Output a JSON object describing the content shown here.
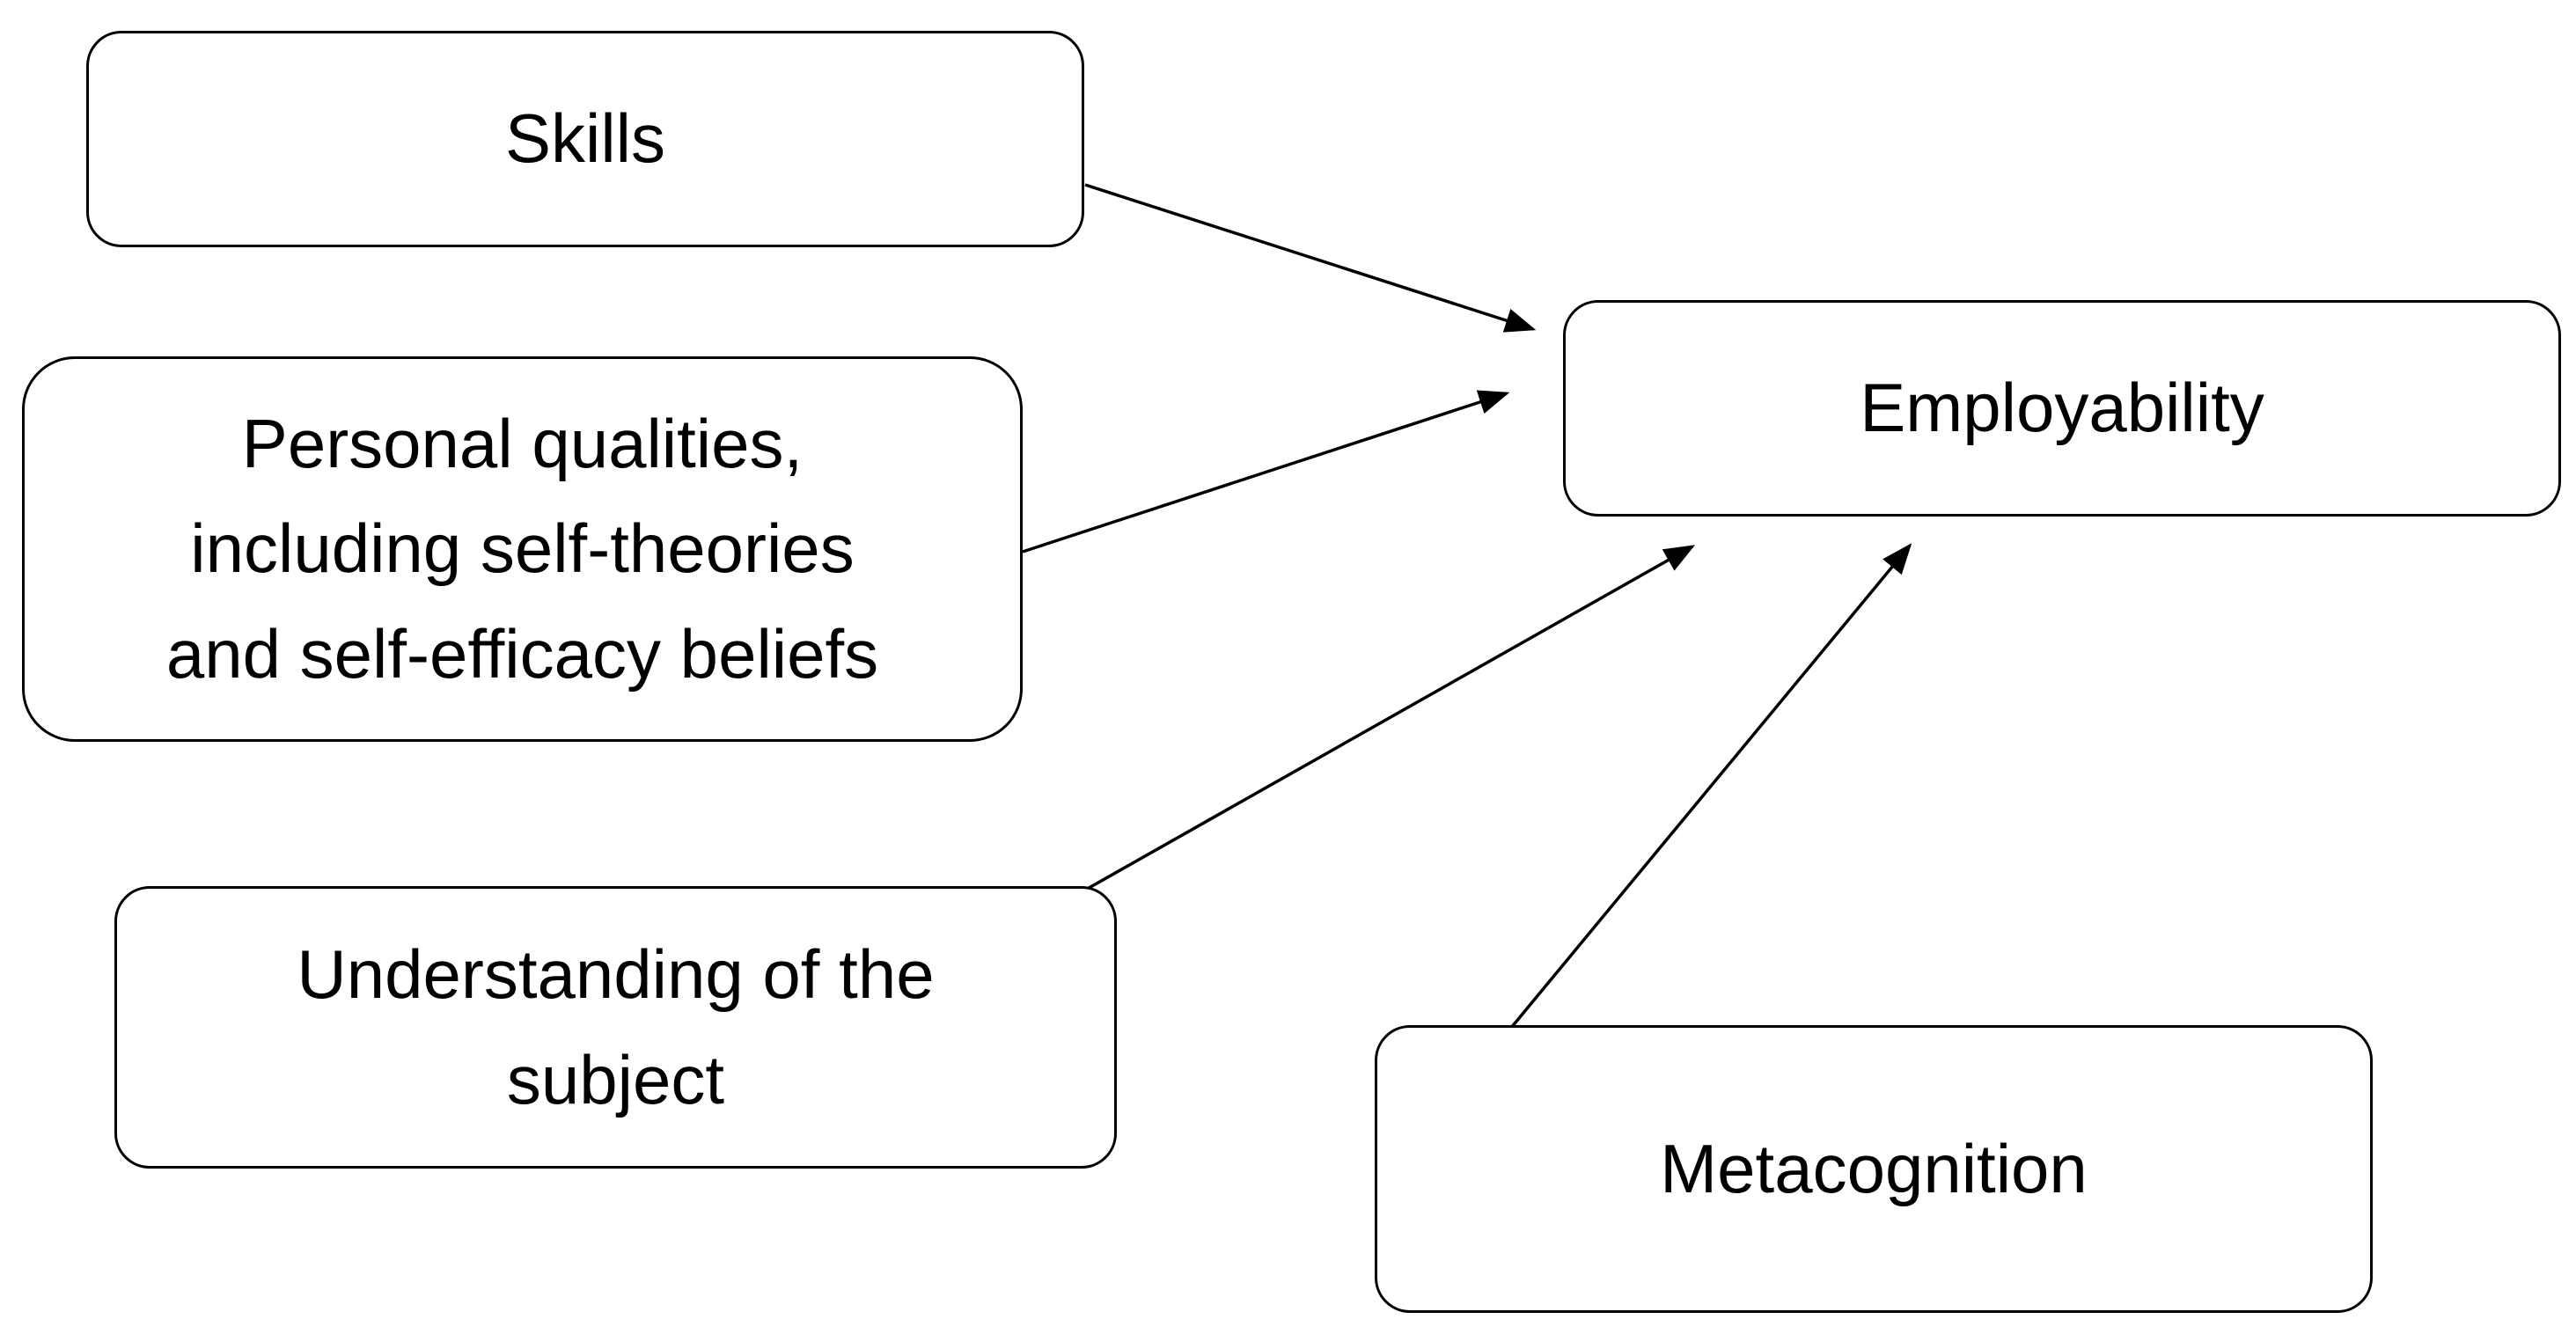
{
  "diagram": {
    "nodes": {
      "skills": "Skills",
      "personal_qualities": "Personal qualities,\nincluding self-theories\nand self-efficacy beliefs",
      "understanding": "Understanding of the\nsubject",
      "employability": "Employability",
      "metacognition": "Metacognition"
    },
    "edges": [
      {
        "from": "Skills",
        "to": "Employability"
      },
      {
        "from": "Personal qualities, including self-theories and self-efficacy beliefs",
        "to": "Employability"
      },
      {
        "from": "Understanding of the subject",
        "to": "Employability"
      },
      {
        "from": "Metacognition",
        "to": "Employability"
      }
    ],
    "colors": {
      "stroke": "#000000",
      "background": "#ffffff"
    }
  }
}
